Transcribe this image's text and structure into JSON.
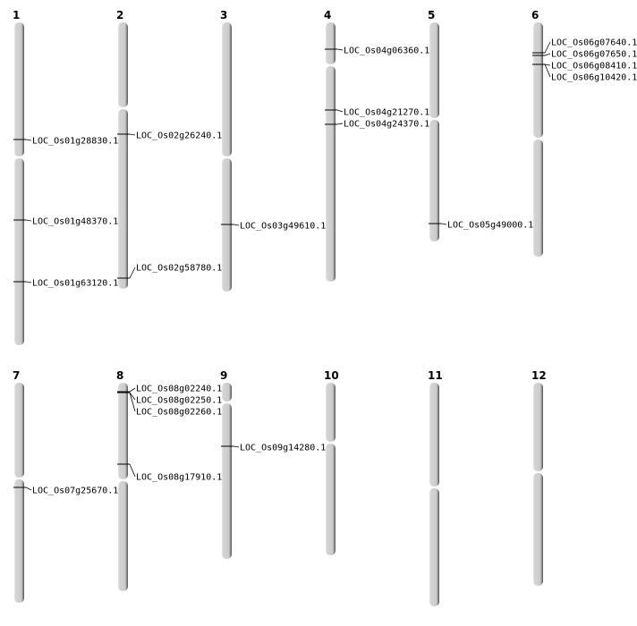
{
  "title": "Chromosome gene location map",
  "chromosomes": [
    {
      "label": "1",
      "genes": [
        "LOC_Os01g28830.1",
        "LOC_Os01g48370.1",
        "LOC_Os01g63120.1"
      ]
    },
    {
      "label": "2",
      "genes": [
        "LOC_Os02g26240.1",
        "LOC_Os02g58780.1"
      ]
    },
    {
      "label": "3",
      "genes": [
        "LOC_Os03g49610.1"
      ]
    },
    {
      "label": "4",
      "genes": [
        "LOC_Os04g06360.1",
        "LOC_Os04g21270.1",
        "LOC_Os04g24370.1"
      ]
    },
    {
      "label": "5",
      "genes": [
        "LOC_Os05g49000.1"
      ]
    },
    {
      "label": "6",
      "genes": [
        "LOC_Os06g07640.1",
        "LOC_Os06g07650.1",
        "LOC_Os06g08410.1",
        "LOC_Os06g10420.1"
      ]
    },
    {
      "label": "7",
      "genes": [
        "LOC_Os07g25670.1"
      ]
    },
    {
      "label": "8",
      "genes": [
        "LOC_Os08g02240.1",
        "LOC_Os08g02250.1",
        "LOC_Os08g02260.1",
        "LOC_Os08g17910.1"
      ]
    },
    {
      "label": "9",
      "genes": [
        "LOC_Os09g14280.1"
      ]
    },
    {
      "label": "10",
      "genes": []
    },
    {
      "label": "11",
      "genes": []
    },
    {
      "label": "12",
      "genes": []
    }
  ],
  "colors": {
    "chromosome": "#d0d0d0",
    "shadow": "#555555",
    "marker": "#000000"
  }
}
